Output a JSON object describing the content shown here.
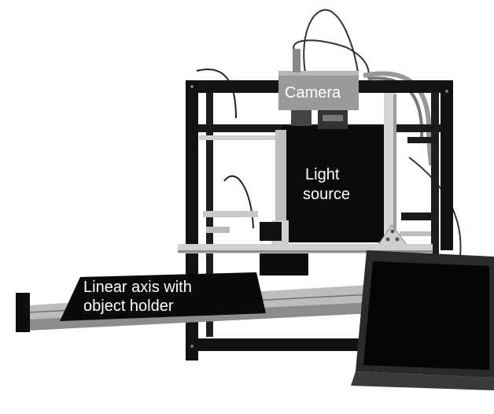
{
  "labels": {
    "camera": "Camera",
    "light_source_line1": "Light",
    "light_source_line2": "source",
    "linear_axis_line1": "Linear axis with",
    "linear_axis_line2": "object holder"
  },
  "colors": {
    "background": "#ffffff",
    "frame": "#111111",
    "rail": "#bdbdbd",
    "camera_body": "#9a9a9a",
    "label_text": "#ffffff"
  }
}
